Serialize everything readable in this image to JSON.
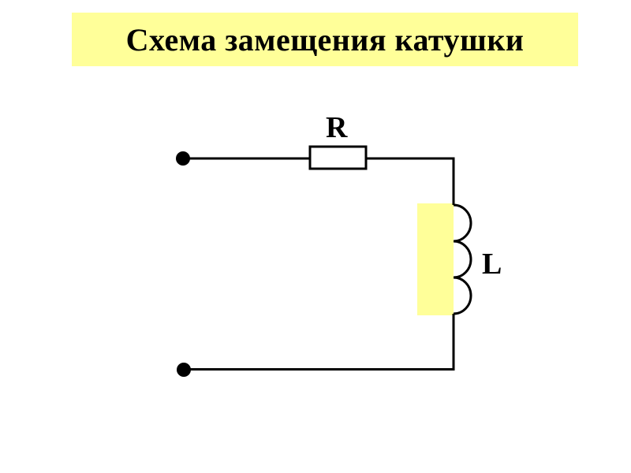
{
  "title": "Схема замещения катушки",
  "circuit": {
    "resistor_label": "R",
    "inductor_label": "L"
  },
  "colors": {
    "title_background": "#ffff99",
    "core_fill": "#ffff99",
    "wire": "#000000"
  }
}
